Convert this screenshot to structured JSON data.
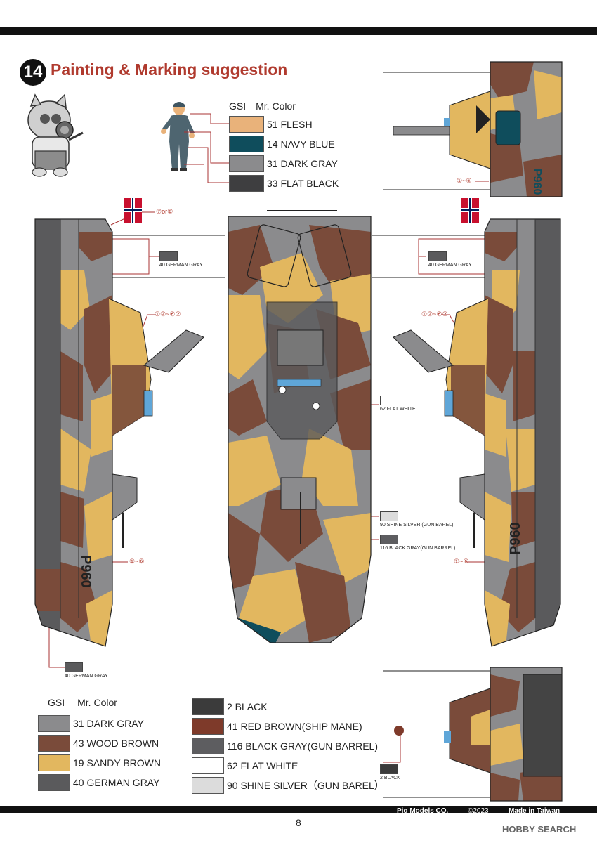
{
  "step": {
    "number": "14",
    "title": "Painting & Marking suggestion"
  },
  "paint_table": {
    "col_gsi": "GSI",
    "col_mr": "Mr. Color",
    "rows": [
      {
        "label": "51 FLESH",
        "color": "#e9b27a"
      },
      {
        "label": "14 NAVY BLUE",
        "color": "#0f4d5c"
      },
      {
        "label": "31 DARK GRAY",
        "color": "#8b8b8d"
      },
      {
        "label": "33 FLAT BLACK",
        "color": "#3e3e40"
      }
    ]
  },
  "callouts": {
    "german_gray_a": "40 GERMAN GRAY",
    "german_gray_b": "40 GERMAN GRAY",
    "german_gray_c": "40 GERMAN GRAY",
    "flat_white": "62 FLAT WHITE",
    "shine_silver": "90 SHINE SILVER (GUN BAREL)",
    "black_gray": "116 BLACK GRAY(GUN BARREL)",
    "black": "2 BLACK"
  },
  "refs": {
    "r1": "⑦or⑧",
    "r2": "①~⑥",
    "r3": "①~⑥",
    "r4": "①②~⑥②",
    "r5": "①②~⑥②",
    "r6": "①~⑥"
  },
  "hull_marking": "P960",
  "legend": {
    "col_gsi": "GSI",
    "col_mr": "Mr. Color",
    "left": [
      {
        "label": "31 DARK GRAY",
        "color": "#8b8b8d"
      },
      {
        "label": "43 WOOD BROWN",
        "color": "#7a4b3a"
      },
      {
        "label": "19 SANDY BROWN",
        "color": "#e2b75f"
      },
      {
        "label": "40 GERMAN GRAY",
        "color": "#5a5a5c"
      }
    ],
    "right": [
      {
        "label": "2 BLACK",
        "color": "#3b3b3b"
      },
      {
        "label": "41 RED BROWN(SHIP MANE)",
        "color": "#7e3a2a"
      },
      {
        "label": "116 BLACK GRAY(GUN BARREL)",
        "color": "#5d5d60"
      },
      {
        "label": "62 FLAT WHITE",
        "color": "#ffffff"
      },
      {
        "label": "90 SHINE SILVER（GUN  BAREL）",
        "color": "#dcdcdc"
      }
    ]
  },
  "footer": {
    "brand": "Pig Models CO.",
    "copyright": "©2023",
    "made": "Made in Taiwan",
    "page": "8",
    "watermark": "HOBBY SEARCH"
  }
}
